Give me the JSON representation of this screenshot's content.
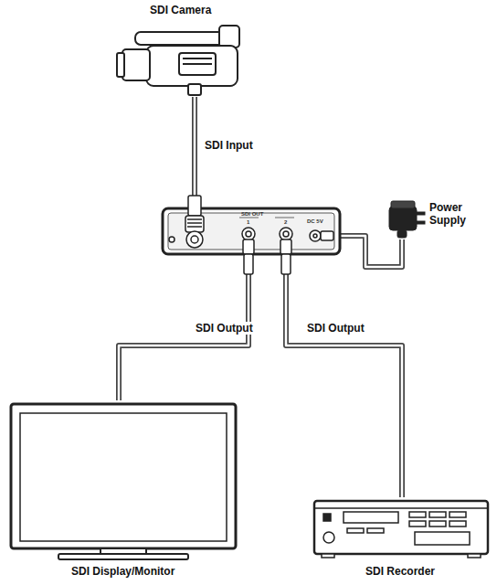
{
  "diagram": {
    "nodes": [
      {
        "text": [
          "SDI Camera"
        ]
      },
      {
        "text": [
          "SDI OUT",
          "1",
          "2",
          "DC 5V"
        ]
      },
      {
        "text": [
          "Power Supply"
        ]
      },
      {
        "text": [
          "SDI Display/Monitor"
        ]
      },
      {
        "text": [
          "SDI Recorder"
        ]
      }
    ],
    "edges": [
      {
        "from": 0,
        "to": 1,
        "label": "SDI Input",
        "arrow": "none"
      },
      {
        "from": 1,
        "to": 3,
        "label": "SDI Output",
        "arrow": "none"
      },
      {
        "from": 1,
        "to": 4,
        "label": "SDI Output",
        "arrow": "none"
      },
      {
        "from": 2,
        "to": 1,
        "arrow": "none"
      }
    ]
  }
}
